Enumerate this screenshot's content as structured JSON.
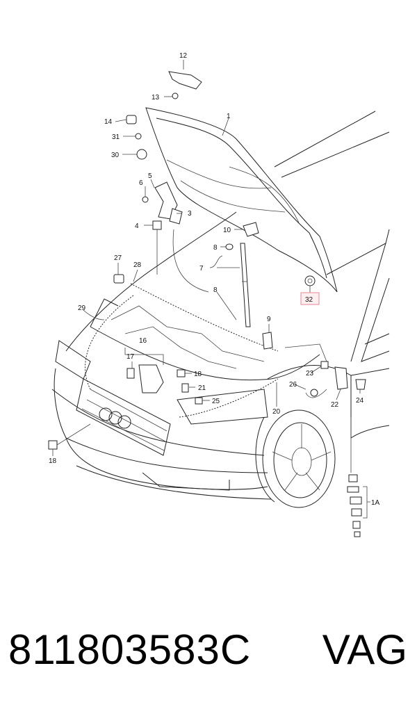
{
  "callouts": {
    "c1": "1",
    "c3": "3",
    "c4": "4",
    "c5": "5",
    "c6": "6",
    "c7": "7",
    "c8a": "8",
    "c8b": "8",
    "c9": "9",
    "c10": "10",
    "c12": "12",
    "c13": "13",
    "c14": "14",
    "c16": "16",
    "c17": "17",
    "c18a": "18",
    "c18b": "18",
    "c20": "20",
    "c21": "21",
    "c22": "22",
    "c23": "23",
    "c24": "24",
    "c25": "25",
    "c26": "26",
    "c27": "27",
    "c28": "28",
    "c29": "29",
    "c30": "30",
    "c31": "31",
    "c32": "32",
    "c1a": "1A"
  },
  "highlight_color": "#e89aa3",
  "footer": {
    "part_number": "811803583C",
    "brand": "VAG"
  }
}
